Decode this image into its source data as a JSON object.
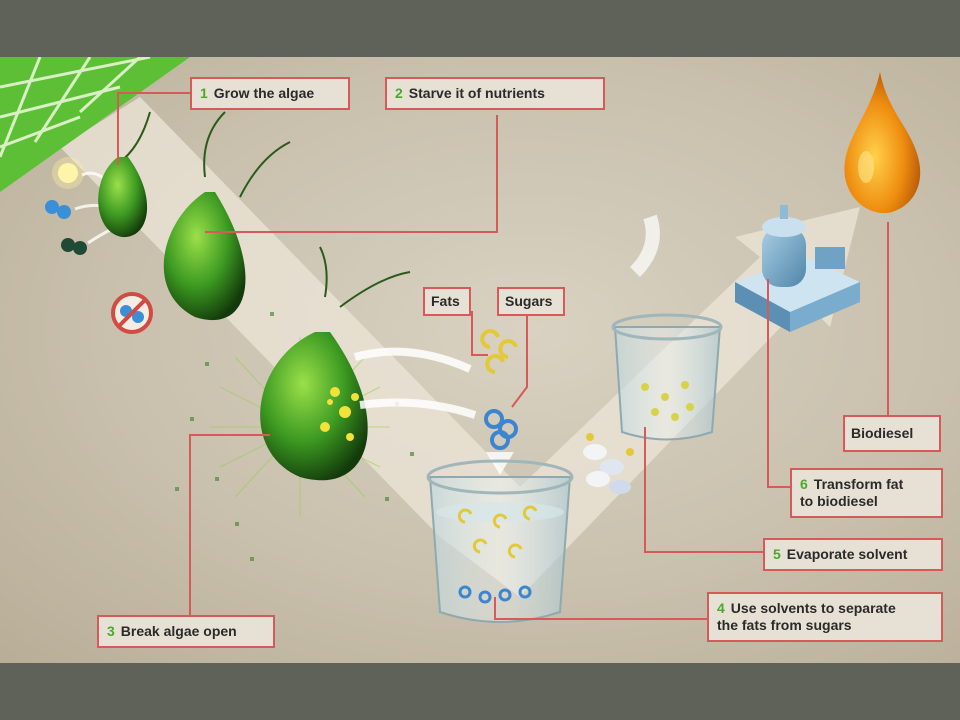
{
  "steps": [
    {
      "num": "1",
      "text": "Grow the algae"
    },
    {
      "num": "2",
      "text": "Starve it of nutrients"
    },
    {
      "num": "3",
      "text": "Break algae open"
    },
    {
      "num": "4",
      "line1": "Use solvents to separate",
      "line2": "the fats from sugars"
    },
    {
      "num": "5",
      "text": "Evaporate solvent"
    },
    {
      "num": "6",
      "line1": "Transform fat",
      "line2": "to biodiesel"
    }
  ],
  "tags": {
    "fats": "Fats",
    "sugars": "Sugars",
    "biodiesel": "Biodiesel"
  },
  "colors": {
    "label_border": "#d65a5a",
    "step_number": "#4aa82f",
    "algae_green": "#2f8a1c",
    "biodiesel_orange": "#e8860e"
  }
}
